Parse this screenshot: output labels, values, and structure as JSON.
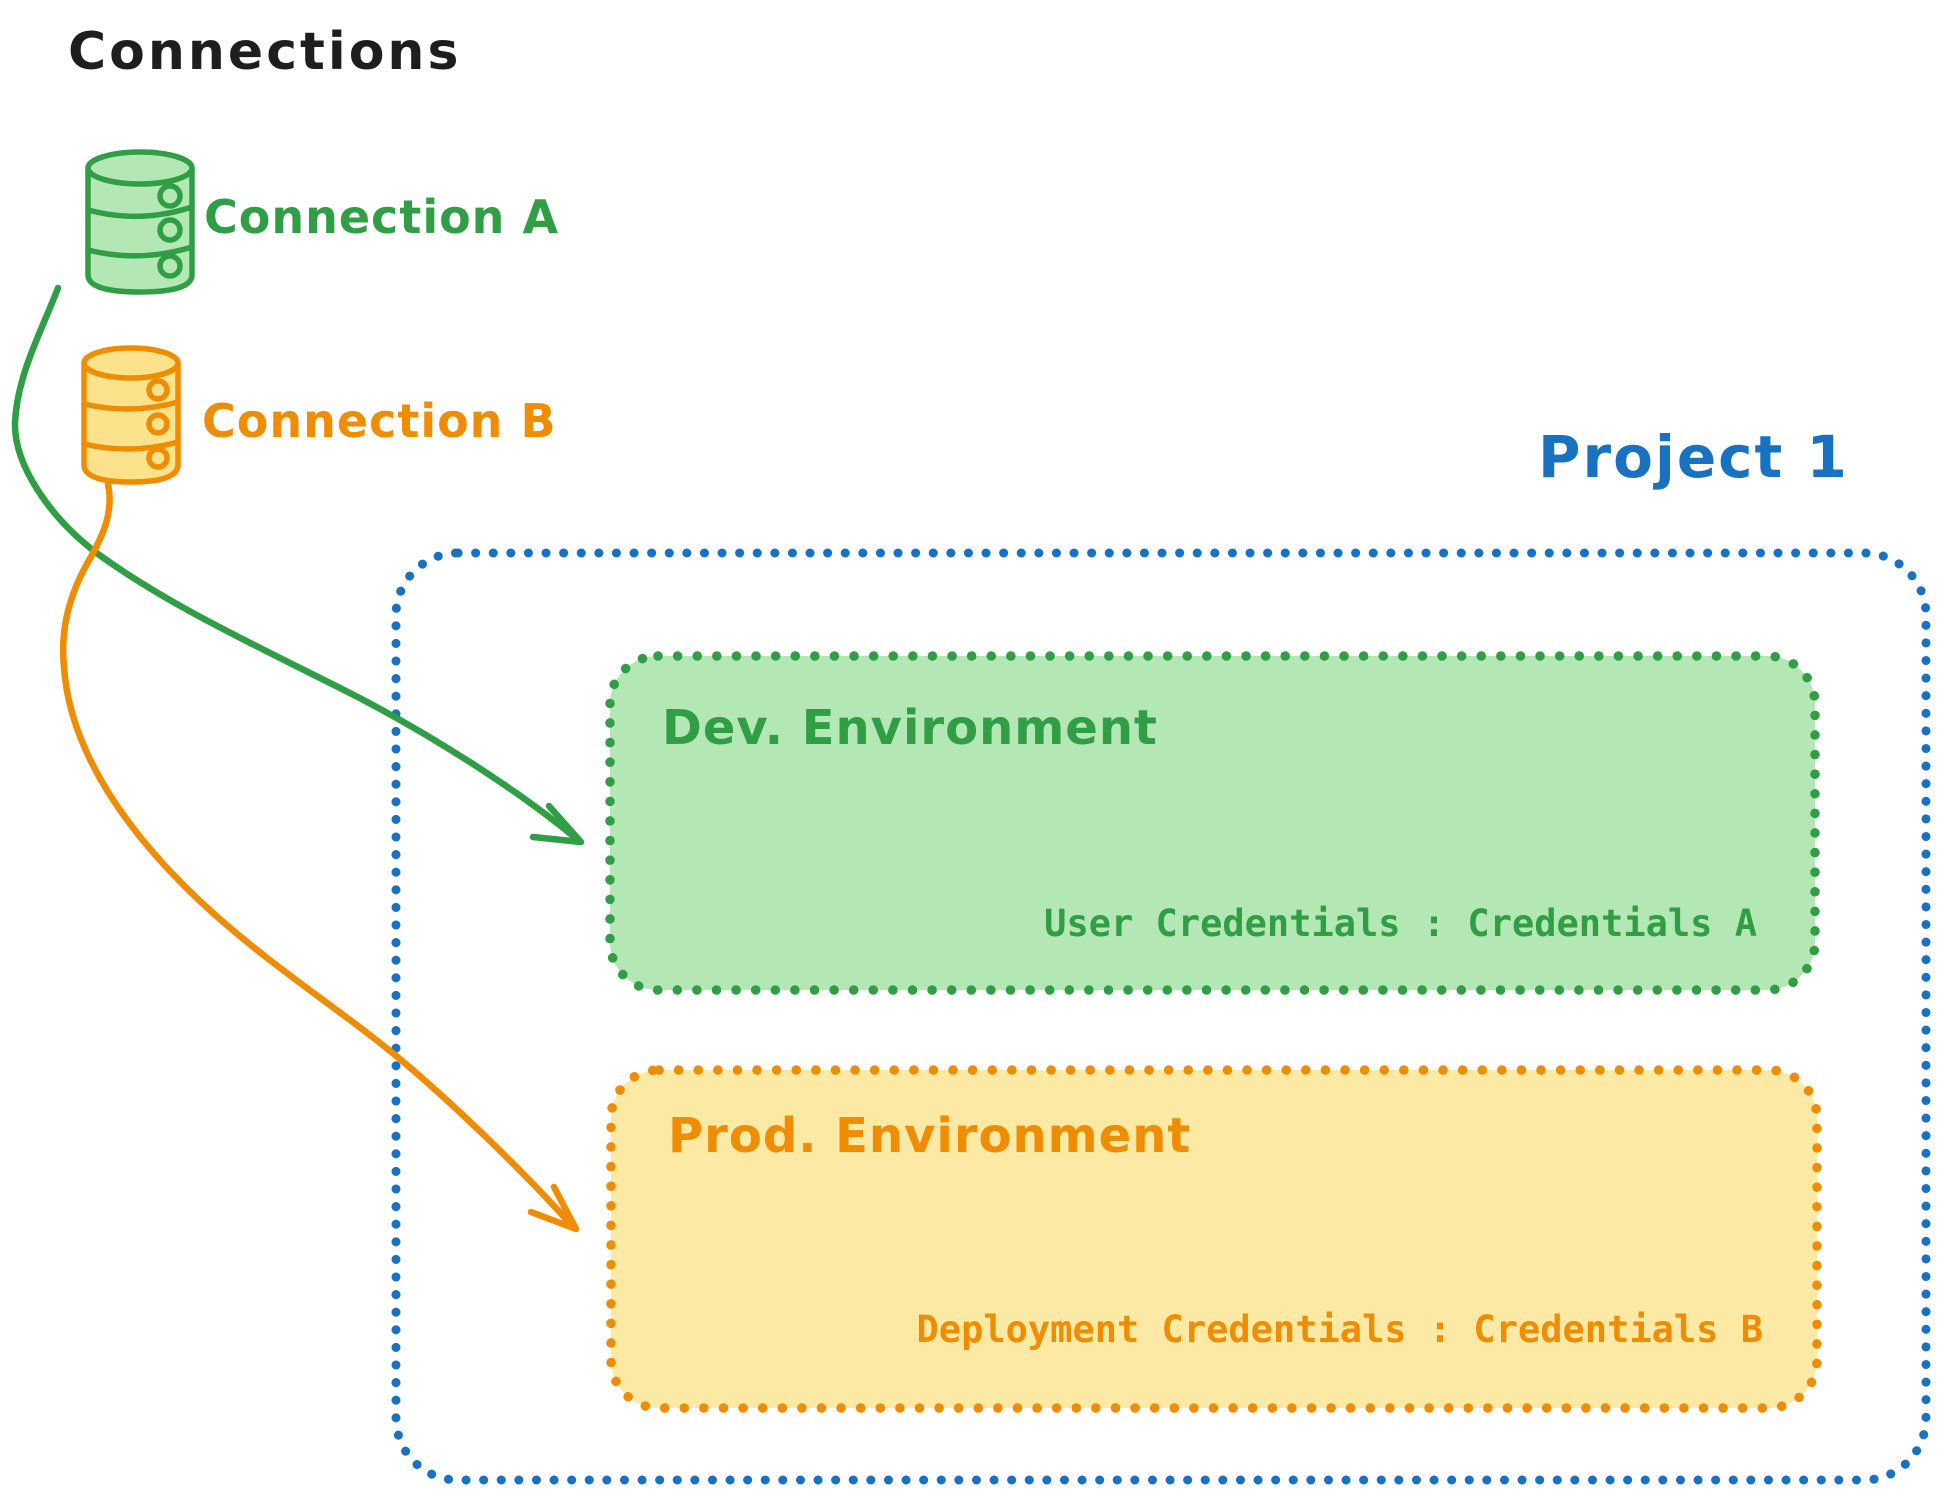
{
  "title": "Connections",
  "colors": {
    "background": "#ffffff",
    "black": "#1e1e1e",
    "green": "#2f9e44",
    "green_fill": "#b3e7b4",
    "orange": "#f08c00",
    "orange_fill": "#fde28c",
    "yellow_fill": "#fce9a4",
    "blue": "#1971c2"
  },
  "connections": [
    {
      "label": "Connection A",
      "color": "#2f9e44",
      "icon": "database-icon"
    },
    {
      "label": "Connection B",
      "color": "#f08c00",
      "icon": "database-icon"
    }
  ],
  "project": {
    "title": "Project 1",
    "environments": [
      {
        "name": "Dev. Environment",
        "credentials": "User Credentials : Credentials A",
        "color": "#2f9e44"
      },
      {
        "name": "Prod. Environment",
        "credentials": "Deployment Credentials : Credentials B",
        "color": "#f08c00"
      }
    ]
  }
}
